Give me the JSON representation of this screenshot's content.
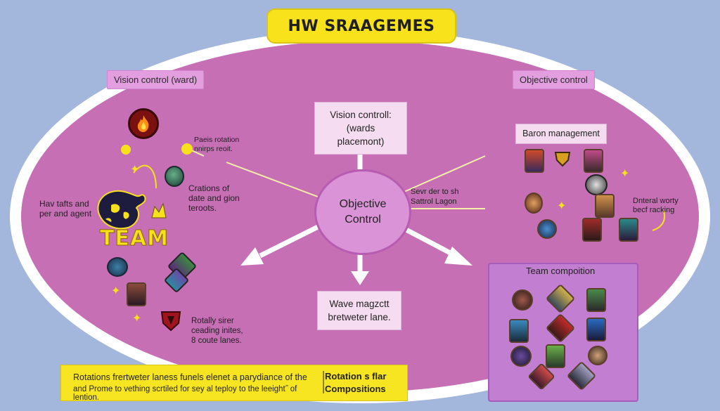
{
  "title": "HW SRAAGEMES",
  "team_word": "TEAM",
  "center": {
    "line1": "Objective",
    "line2": "Control"
  },
  "tags": {
    "vision": "Vision control (ward)",
    "objective": "Objective control",
    "team_composition": "Team compoition"
  },
  "boxes": {
    "top": {
      "line1": "Vision controll:",
      "line2": "(wards placemont)"
    },
    "bottom": {
      "line1": "Wave magzctt",
      "line2": "bretweter lane."
    },
    "baron": "Baron management"
  },
  "left_labels": {
    "paths": {
      "line1": "Paeis rotation",
      "line2": "nnirps reoit."
    },
    "cration": {
      "line1": "Crations of",
      "line2": "date and gion",
      "line3": "teroots."
    },
    "hav": {
      "line1": "Hav tafts and",
      "line2": "per and agent"
    },
    "rotally": {
      "line1": "Rotally sirer",
      "line2": "ceading inites,",
      "line3": "8 coute lanes."
    }
  },
  "right_labels": {
    "sevr": {
      "line1": "Sevr der to sh",
      "line2": "Sattrol Lagon"
    },
    "dnteral": {
      "line1": "Dnteral worty",
      "line2": "becf racking"
    }
  },
  "bottom_bar": {
    "line1": "Rotations frertweter laness funels elenet a parydiance of the",
    "line2": "and Prome to vething scrtiled for sey al teploy to the leeight˝ of lention.",
    "bold1": "Rotation s flar",
    "bold2": "Compositions"
  },
  "colors": {
    "background": "#a3b6dc",
    "ellipse": "#c66fb5",
    "accent_yellow": "#f6e11c",
    "center_circle": "#d993d6",
    "arrow": "#ffffff"
  },
  "icons": [
    "fire-icon",
    "champion-portrait-icon",
    "team-logo-icon",
    "sparkle-icon",
    "arrow-icon"
  ]
}
